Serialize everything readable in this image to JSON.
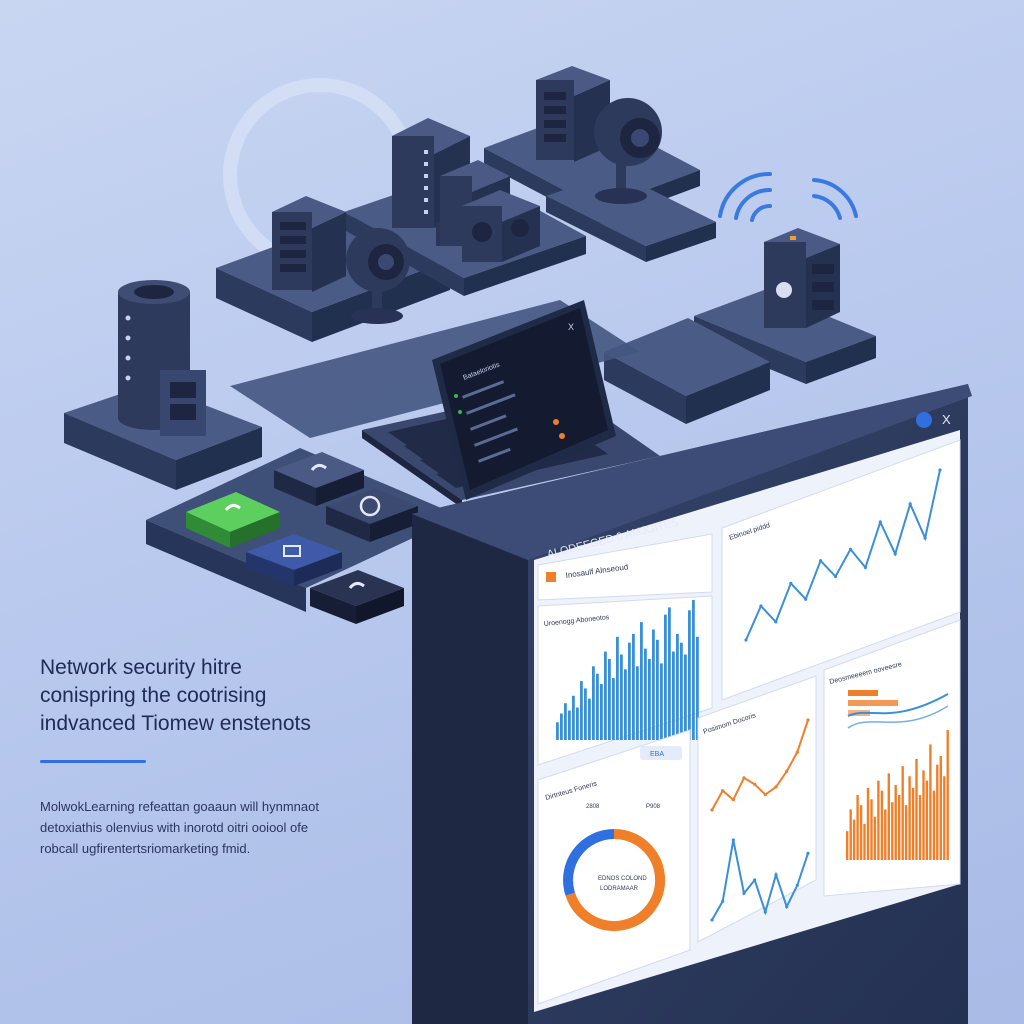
{
  "headline": {
    "line1": "Network security hitre",
    "line2": "conisрring the cootrising",
    "line3": "indvanced Tiomew enstenots"
  },
  "body": {
    "line1": "MolwokLearning refeattan goaaun will hynmnaot",
    "line2": "detoxiathis olenvius with inorotd oitri ooiool ofe",
    "line3": "robcall ugfirentertsriomarketing fmid."
  },
  "dashboard": {
    "title": "ALODEEGED 0 AMJOITES",
    "panel_top_left_title": "Inosaulf Alnseoud",
    "panel_main_bar_title": "Uroenogg Aboneotos",
    "panel_line_title": "Ebinoel piddd",
    "panel_donut_title": "Dirtnteus Foneris",
    "panel_donut_center_1": "EDNOS COLOND",
    "panel_donut_center_2": "LODRAMAAR",
    "panel_donut_badge_1": "2808",
    "panel_donut_badge_2": "P908",
    "panel_orange_title": "Posimom Docoris",
    "panel_stack_title": "Deosmeeeem ooveesre",
    "panel_badge": "EBA",
    "close_glyph": "X"
  },
  "laptop": {
    "title_line": "Bataeloriotis",
    "close_glyph": "X"
  },
  "colors": {
    "navy": "#2e3a5c",
    "navy_dark": "#232c47",
    "blue_line": "#3a8fd8",
    "orange": "#f07f2a",
    "green_key": "#3fb54a",
    "accent": "#2f6fe0"
  },
  "chart_data": [
    {
      "type": "bar",
      "values": [
        12,
        18,
        25,
        20,
        30,
        22,
        40,
        35,
        28,
        50,
        45,
        38,
        60,
        55,
        42,
        70,
        58,
        48,
        66,
        72,
        50,
        80,
        62,
        55,
        75,
        68,
        52,
        85,
        90,
        60,
        72,
        66,
        58,
        88,
        95,
        70
      ]
    },
    {
      "type": "line",
      "values": [
        20,
        35,
        28,
        45,
        38,
        55,
        48,
        60,
        52,
        72,
        58,
        80,
        65,
        95
      ]
    },
    {
      "type": "pie",
      "values": [
        70,
        30
      ]
    },
    {
      "type": "line",
      "values": [
        10,
        25,
        18,
        35,
        30,
        22,
        28,
        40,
        55,
        80
      ]
    },
    {
      "type": "line",
      "values": [
        5,
        12,
        35,
        15,
        20,
        8,
        22,
        10,
        18,
        30
      ]
    },
    {
      "type": "bar",
      "values": [
        20,
        35,
        28,
        45,
        38,
        25,
        50,
        42,
        30,
        55,
        48,
        35,
        60,
        40,
        52,
        45,
        65,
        38,
        58,
        50,
        70,
        45,
        62,
        55,
        80,
        48,
        66,
        72,
        58,
        90
      ]
    }
  ]
}
